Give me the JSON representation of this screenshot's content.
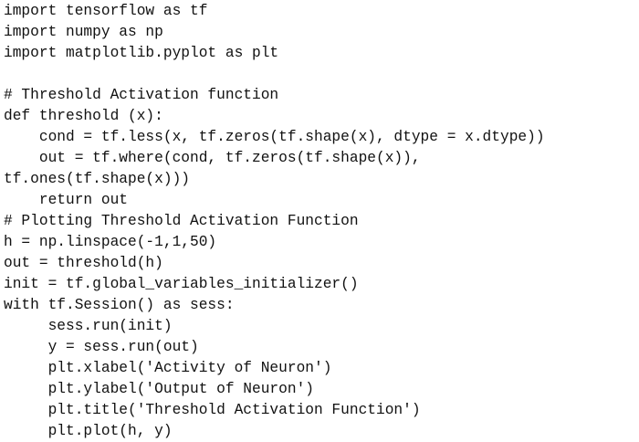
{
  "code": {
    "lines": [
      "import tensorflow as tf",
      "import numpy as np",
      "import matplotlib.pyplot as plt",
      "",
      "# Threshold Activation function",
      "def threshold (x):",
      "    cond = tf.less(x, tf.zeros(tf.shape(x), dtype = x.dtype))",
      "    out = tf.where(cond, tf.zeros(tf.shape(x)),",
      "tf.ones(tf.shape(x)))",
      "    return out",
      "# Plotting Threshold Activation Function",
      "h = np.linspace(-1,1,50)",
      "out = threshold(h)",
      "init = tf.global_variables_initializer()",
      "with tf.Session() as sess:",
      "     sess.run(init)",
      "     y = sess.run(out)",
      "     plt.xlabel('Activity of Neuron')",
      "     plt.ylabel('Output of Neuron')",
      "     plt.title('Threshold Activation Function')",
      "     plt.plot(h, y)"
    ]
  }
}
